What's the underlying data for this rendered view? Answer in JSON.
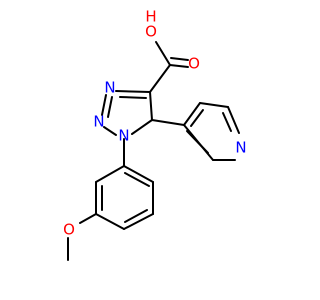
{
  "molecule": {
    "atoms": [
      {
        "id": "O1",
        "label": "O",
        "color": "#ff0000"
      },
      {
        "id": "H1",
        "label": "H",
        "color": "#ff0000"
      },
      {
        "id": "O2",
        "label": "O",
        "color": "#ff0000"
      },
      {
        "id": "N1",
        "label": "N",
        "color": "#0000ff"
      },
      {
        "id": "N2",
        "label": "N",
        "color": "#0000ff"
      },
      {
        "id": "N3",
        "label": "N",
        "color": "#0000ff"
      },
      {
        "id": "Npy",
        "label": "N",
        "color": "#0000ff"
      },
      {
        "id": "O3",
        "label": "O",
        "color": "#ff0000"
      }
    ]
  }
}
